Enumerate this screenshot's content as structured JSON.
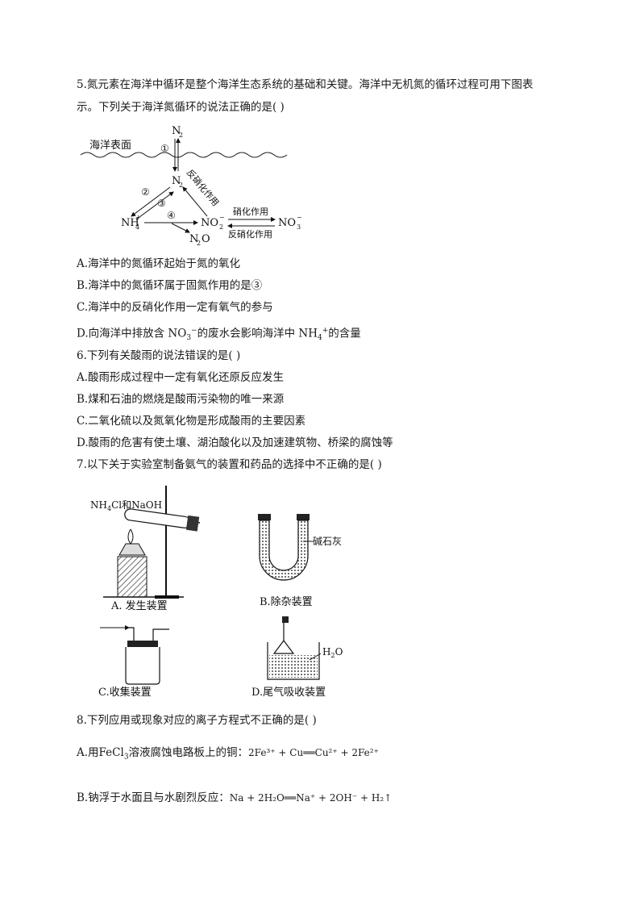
{
  "q5": {
    "stem_line1": "5.氮元素在海洋中循环是整个海洋生态系统的基础和关键。海洋中无机氮的循环过程可用下图表",
    "stem_line2": "示。下列关于海洋氮循环的说法正确的是(    )",
    "diagram": {
      "surface_label": "海洋表面",
      "n2_top": "N",
      "n2_top_sub": "2",
      "n2_mid": "N",
      "n2_mid_sub": "2",
      "nh4": "NH",
      "nh4_sub": "4",
      "nh4_sup": "+",
      "no2": "NO",
      "no2_sub": "2",
      "no2_sup": "−",
      "no3": "NO",
      "no3_sub": "3",
      "no3_sup": "−",
      "n2o": "N",
      "n2o_sub": "2",
      "n2o_tail": "O",
      "step1": "①",
      "step2": "②",
      "step3": "③",
      "step4": "④",
      "denitrification_diag": "反硝化作用",
      "nitrification": "硝化作用",
      "denitrification_bottom": "反硝化作用"
    },
    "options": {
      "a": "A.海洋中的氮循环起始于氮的氧化",
      "b": "B.海洋中的氮循环属于固氮作用的是③",
      "c": "C.海洋中的反硝化作用一定有氧气的参与",
      "d_pre": "D.向海洋中排放含 NO",
      "d_sub": "3",
      "d_sup": "−",
      "d_mid": "的废水会影响海洋中 NH",
      "d_sub2": "4",
      "d_sup2": "+",
      "d_post": "的含量"
    }
  },
  "q6": {
    "stem": "6.下列有关酸雨的说法错误的是(    )",
    "options": {
      "a": "A.酸雨形成过程中一定有氧化还原反应发生",
      "b": "B.煤和石油的燃烧是酸雨污染物的唯一来源",
      "c": "C.二氧化硫以及氮氧化物是形成酸雨的主要因素",
      "d": "D.酸雨的危害有使土壤、湖泊酸化以及加速建筑物、桥梁的腐蚀等"
    }
  },
  "q7": {
    "stem": "7.以下关于实验室制备氨气的装置和药品的选择中不正确的是(    )",
    "fig": {
      "reagent_pre": "NH",
      "reagent_sub": "4",
      "reagent_post": "Cl和NaOH",
      "a_caption": "A. 发生装置",
      "b_label": "碱石灰",
      "b_caption": "B.除杂装置",
      "c_caption": "C.收集装置",
      "d_label_pre": "H",
      "d_label_sub": "2",
      "d_label_post": "O",
      "d_caption": "D.尾气吸收装置"
    }
  },
  "q8": {
    "stem": "8.下列应用或现象对应的离子方程式不正确的是(    )",
    "a_text": "A.用FeCl",
    "a_sub": "3",
    "a_text2": "溶液腐蚀电路板上的铜：",
    "a_eq": "2Fe³⁺ + Cu══Cu²⁺ + 2Fe²⁺",
    "b_text": "B.钠浮于水面且与水剧烈反应：",
    "b_eq": "Na + 2H₂O══Na⁺ + 2OH⁻ + H₂↑"
  }
}
